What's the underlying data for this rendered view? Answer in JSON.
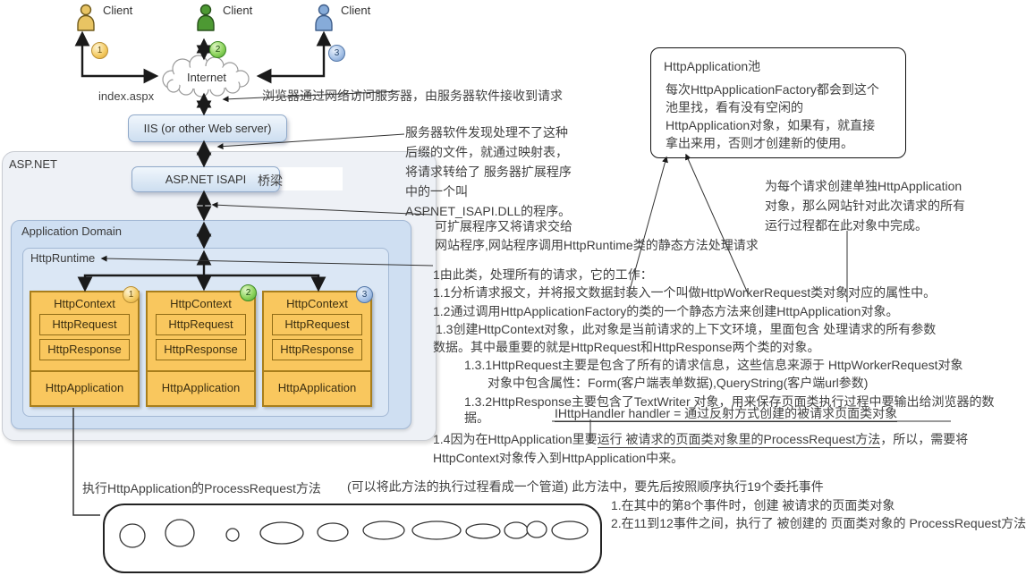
{
  "labels": {
    "index_aspx": "index.aspx",
    "aspnet": "ASP.NET",
    "bridge": "桥梁",
    "app_domain": "Application Domain",
    "http_runtime": "HttpRuntime",
    "internet": "Internet"
  },
  "boxes": {
    "iis": "IIS (or other Web server)",
    "isapi": "ASP.NET ISAPI"
  },
  "clients": [
    {
      "label": "Client",
      "badge": "1"
    },
    {
      "label": "Client",
      "badge": "2"
    },
    {
      "label": "Client",
      "badge": "3"
    }
  ],
  "context_boxes": [
    {
      "title": "HttpContext",
      "badge": "1",
      "request": "HttpRequest",
      "response": "HttpResponse",
      "application": "HttpApplication"
    },
    {
      "title": "HttpContext",
      "badge": "2",
      "request": "HttpRequest",
      "response": "HttpResponse",
      "application": "HttpApplication"
    },
    {
      "title": "HttpContext",
      "badge": "3",
      "request": "HttpRequest",
      "response": "HttpResponse",
      "application": "HttpApplication"
    }
  ],
  "annotations": {
    "browser": "浏览器通过网络访问服务器，由服务器软件接收到请求",
    "server_ext": [
      "服务器软件发现处理不了这种",
      "后缀的文件，就通过映射表，",
      "将请求转给了 服务器扩展程序",
      "中的一个叫",
      "ASPNET_ISAPI.DLL的程序。"
    ],
    "to_runtime": [
      "可扩展程序又将请求交给",
      "网站程序,网站程序调用HttpRuntime类的静态方法处理请求"
    ],
    "per_request": [
      "为每个请求创建单独HttpApplication",
      "对象，那么网站针对此次请求的所有",
      "运行过程都在此对象中完成。"
    ],
    "work": {
      "l1": "1由此类，处理所有的请求，它的工作：",
      "l2": "1.1分析请求报文，并将报文数据封装入一个叫做HttpWorkerRequest类对象对应的属性中。",
      "l3": "1.2通过调用HttpApplicationFactory的类的一个静态方法来创建HttpApplication对象。",
      "l4": "1.3创建HttpContext对象，此对象是当前请求的上下文环境，里面包含 处理请求的所有参数",
      "l5": "数据。其中最重要的就是HttpRequest和HttpResponse两个类的对象。",
      "l6": "1.3.1HttpRequest主要是包含了所有的请求信息，这些信息来源于 HttpWorkerRequest对象",
      "l7": "对象中包含属性：Form(客户端表单数据),QueryString(客户端url参数)",
      "l8": "1.3.2HttpResponse主要包含了TextWriter 对象，用来保存页面类执行过程中要输出给浏览器的数",
      "l9": "据。",
      "handler": "IHttpHandler handler = 通过反射方式创建的被请求页面类对象",
      "l14_pre": "1.4因为在HttpApplication里要",
      "l14_u": "运行 被请求的页面类对象里的ProcessRequest方法",
      "l14_post": "，所以，需要将",
      "l14b": "HttpContext对象传入到HttpApplication中来。"
    }
  },
  "pool": {
    "title": "HttpApplication池",
    "body": [
      "每次HttpApplicationFactory都会到这个",
      "池里找，看有没有空闲的",
      "HttpApplication对象，如果有，就直接",
      "拿出来用，否则才创建新的使用。"
    ]
  },
  "pipeline": {
    "label": "执行HttpApplication的ProcessRequest方法",
    "note": "(可以将此方法的执行过程看成一个管道) 此方法中，要先后按照顺序执行19个委托事件",
    "events": [
      "1.在其中的第8个事件时，创建 被请求的页面类对象",
      "2.在11到12事件之间，执行了 被创建的 页面类对象的 ProcessRequest方法"
    ]
  },
  "colors": {
    "context_fill": "#f9c75e",
    "context_border": "#a87e1c",
    "domain_fill": "#cfdff2",
    "runtime_fill": "#dbe7f5",
    "aspnet_fill": "#eef1f6",
    "server_box_fill": "#dce9f7",
    "server_box_border": "#8fa8c8",
    "badge1": "#f3c95f",
    "badge2": "#8ed45e",
    "badge3": "#a9c4e8"
  }
}
